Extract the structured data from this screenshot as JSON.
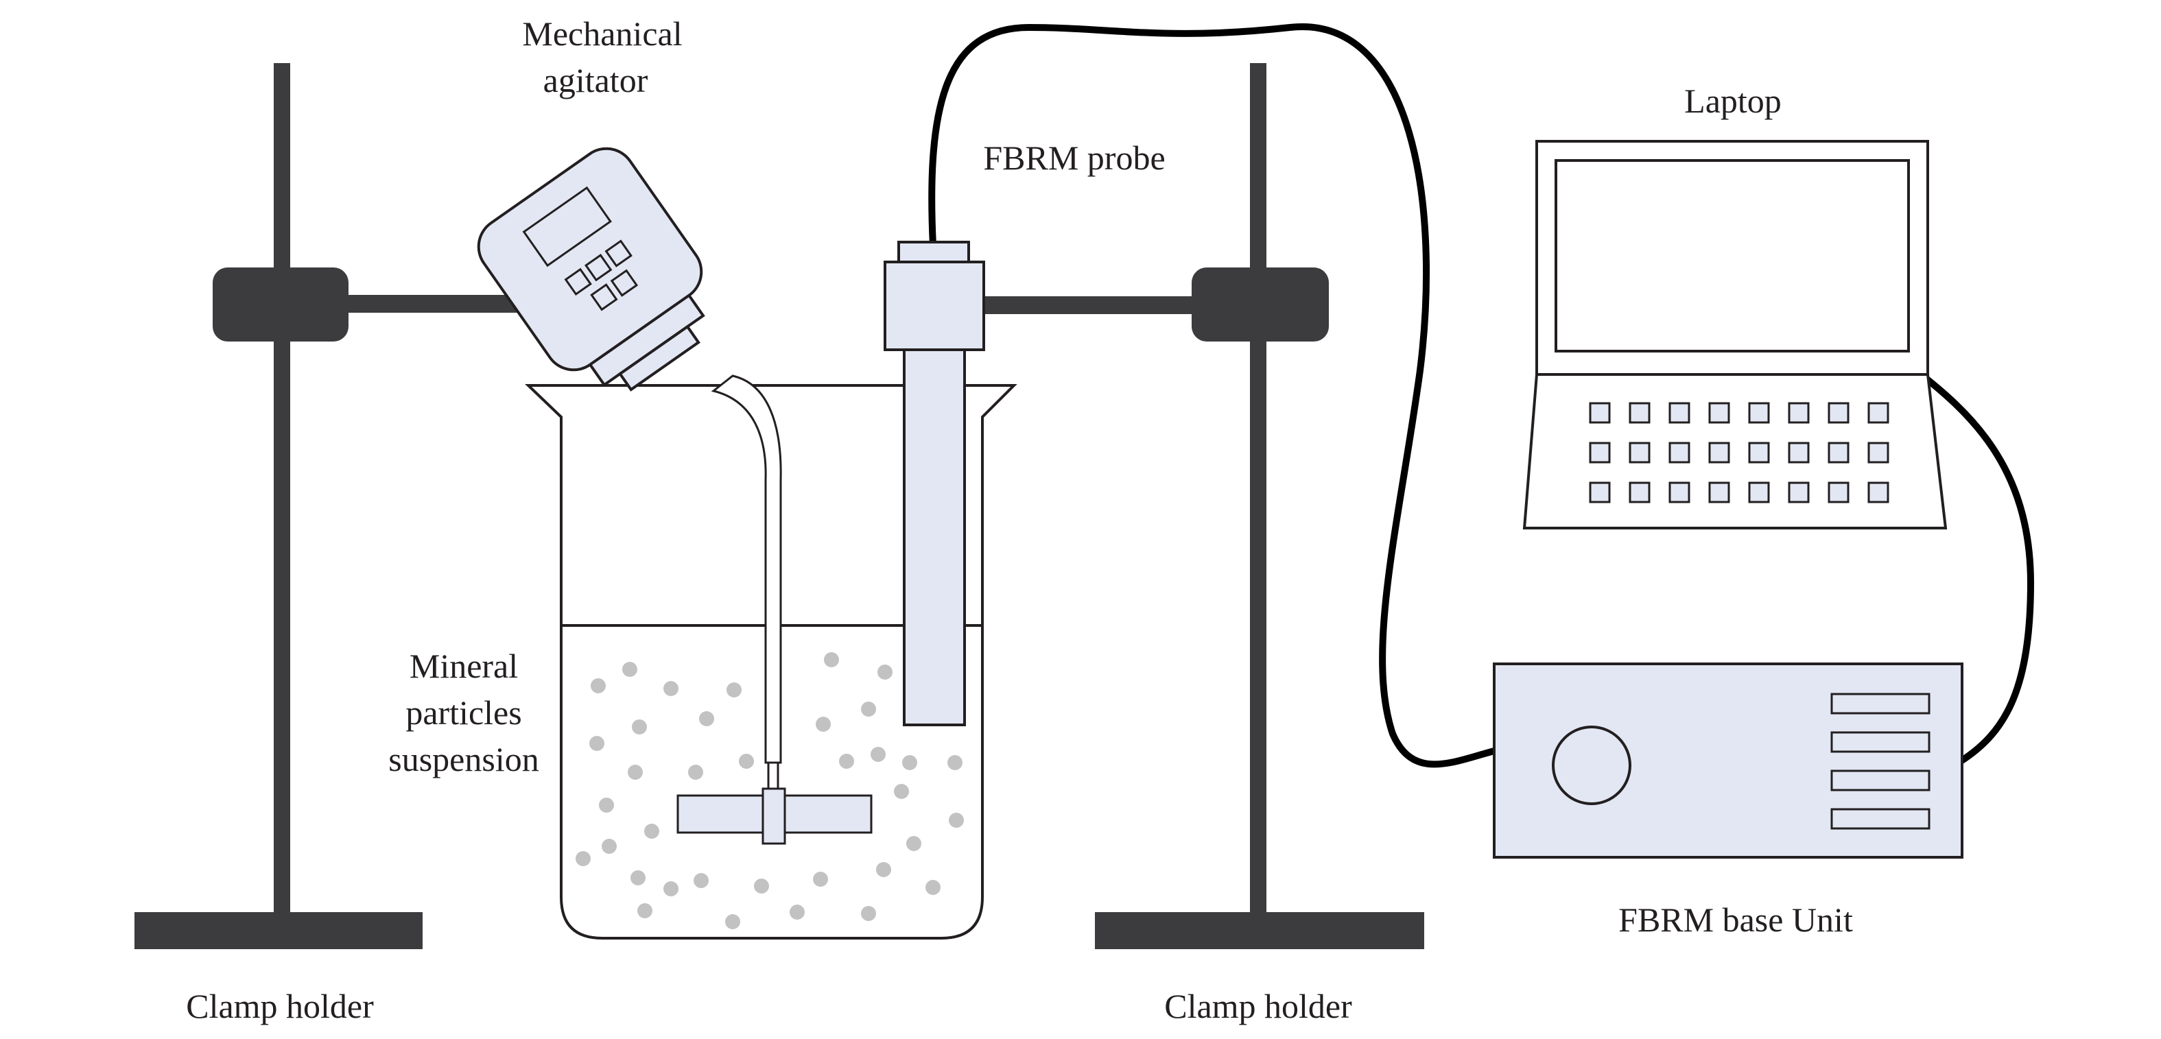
{
  "labels": {
    "agitator_line1": "Mechanical",
    "agitator_line2": "agitator",
    "fbrm_probe": "FBRM probe",
    "laptop": "Laptop",
    "mineral_line1": "Mineral",
    "mineral_line2": "particles",
    "mineral_line3": "suspension",
    "base_unit": "FBRM base Unit",
    "clamp_left": "Clamp holder",
    "clamp_right": "Clamp holder"
  },
  "colors": {
    "stand": "#3c3c3e",
    "fill": "#e2e7f3",
    "outline": "#231f20",
    "particle": "#c2c2c2",
    "cable": "#000000"
  }
}
